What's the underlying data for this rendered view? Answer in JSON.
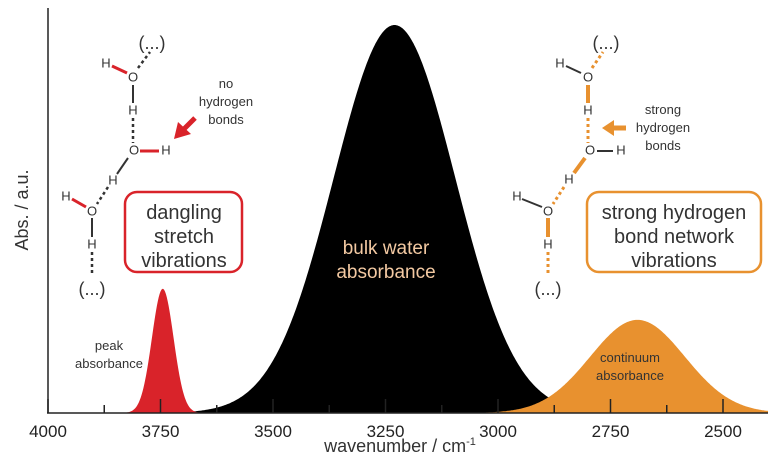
{
  "chart_data": {
    "type": "area",
    "title": "",
    "xlabel": "wavenumber / cm",
    "xlabel_superscript": "-1",
    "ylabel": "Abs. / a.u.",
    "xlim": [
      4000,
      2400
    ],
    "ylim": [
      0,
      1.0
    ],
    "x_ticks": [
      4000,
      3750,
      3500,
      3250,
      3000,
      2750,
      2500
    ],
    "x_tick_labels": [
      "4000",
      "3750",
      "3500",
      "3250",
      "3000",
      "2750",
      "2500"
    ],
    "grid": false,
    "series": [
      {
        "name": "bulk water absorbance",
        "shape": "gaussian",
        "center": 3230,
        "sigma": 135,
        "amplitude": 1.0,
        "color": "#000000"
      },
      {
        "name": "peak absorbance",
        "shape": "gaussian",
        "center": 3745,
        "sigma": 24,
        "amplitude": 0.32,
        "color": "#d9232a"
      },
      {
        "name": "continuum absorbance",
        "shape": "gaussian",
        "center": 2690,
        "sigma": 105,
        "amplitude": 0.24,
        "color": "#e8912f"
      }
    ],
    "annotations": {
      "bulk": [
        "bulk water",
        "absorbance"
      ],
      "peak": [
        "peak",
        "absorbance"
      ],
      "continuum": [
        "continuum",
        "absorbance"
      ],
      "left_box": [
        "dangling",
        "stretch",
        "vibrations"
      ],
      "right_box": [
        "strong hydrogen",
        "bond network",
        "vibrations"
      ],
      "left_note": [
        "no",
        "hydrogen",
        "bonds"
      ],
      "right_note": [
        "strong",
        "hydrogen",
        "bonds"
      ]
    }
  },
  "molecule": {
    "O": "O",
    "H": "H",
    "ellipsis": "(...)"
  },
  "colors": {
    "red": "#d9232a",
    "orange": "#e8912f",
    "bulk_text": "#f3c9a2"
  }
}
